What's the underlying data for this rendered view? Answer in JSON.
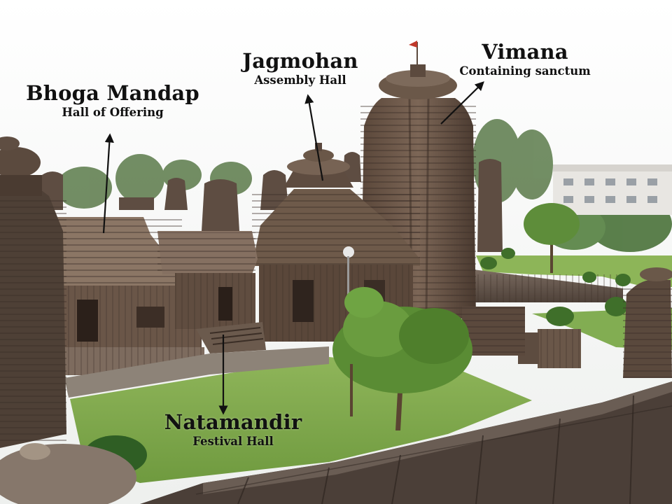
{
  "labels": {
    "vimana": {
      "title": "Vimana",
      "subtitle": "Containing sanctum"
    },
    "jagmohan": {
      "title": "Jagmohan",
      "subtitle": "Assembly Hall"
    },
    "bhoga_mandap": {
      "title": "Bhoga Mandap",
      "subtitle": "Hall of Offering"
    },
    "natamandir": {
      "title": "Natamandir",
      "subtitle": "Festival Hall"
    }
  },
  "colors": {
    "sky": "#f7f7f5",
    "stone": "#6e5a4a",
    "stone_dark": "#3f3128",
    "lawn": "#7fa84a",
    "tree": "#4f7a2c",
    "arrow": "#111111"
  }
}
